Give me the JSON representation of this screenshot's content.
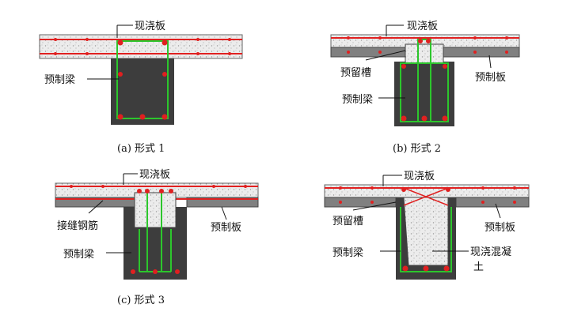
{
  "panels": [
    {
      "caption": "(a) 形式 1",
      "labels": {
        "slab_top": "现浇板",
        "beam": "预制梁"
      }
    },
    {
      "caption": "(b) 形式 2",
      "labels": {
        "slab_top": "现浇板",
        "groove": "预留槽",
        "beam": "预制梁",
        "precast_slab": "预制板"
      }
    },
    {
      "caption": "(c) 形式 3",
      "labels": {
        "slab_top": "现浇板",
        "joint_rebar": "接缝钢筋",
        "beam": "预制梁",
        "precast_slab": "预制板"
      }
    },
    {
      "caption": "",
      "labels": {
        "slab_top": "现浇板",
        "groove": "预留槽",
        "beam": "预制梁",
        "precast_slab": "预制板",
        "cast_concrete_1": "现浇混凝",
        "cast_concrete_2": "土"
      }
    }
  ],
  "colors": {
    "precast": "#3d3d3d",
    "precast_slab": "#808080",
    "cast_fill": "#ececec",
    "rebar_green": "#2cc62c",
    "rebar_red": "#e02020",
    "leader": "#111111"
  }
}
